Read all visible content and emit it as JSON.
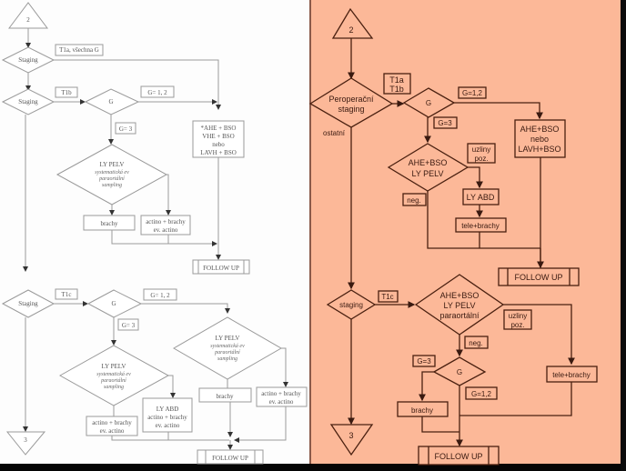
{
  "colors": {
    "left_background": "#fdfdfd",
    "left_stroke": "#9a9a9a",
    "right_background": "#fcb898",
    "right_stroke": "#4a2010",
    "frame": "#050505"
  },
  "left_panel": {
    "connector_top": "2",
    "connector_bottom": "3",
    "staging_1": "Staging",
    "label_t1a": "T1a, všechna G",
    "staging_2": "Staging",
    "label_t1b": "T1b",
    "g_decision_1": "G",
    "label_g12_1": "G= 1, 2",
    "label_g3_1": "G= 3",
    "surgery_box": [
      "*AHE + BSO",
      "VHE + BSO",
      "nebo",
      "LAVH + BSO"
    ],
    "ly_pelv_1": [
      "LY PELV",
      "systematická ev",
      "paraortální",
      "sampling"
    ],
    "brachy_1": "brachy",
    "actino_brachy_1": [
      "actino + brachy",
      "ev. actino"
    ],
    "follow_up_1": "FOLLOW UP",
    "staging_3": "Staging",
    "label_t1c": "T1c",
    "g_decision_2": "G",
    "label_g12_2": "G= 1, 2",
    "label_g3_2": "G= 3",
    "ly_pelv_2": [
      "LY PELV",
      "systematická ev",
      "paraortální",
      "sampling"
    ],
    "ly_pelv_3": [
      "LY PELV",
      "systematická ev",
      "paraortální",
      "sampling"
    ],
    "actino_brachy_2": [
      "actino + brachy",
      "ev. actino"
    ],
    "ly_abd_box": [
      "LY ABD",
      "actino + brachy",
      "ev. actino"
    ],
    "brachy_2": "brachy",
    "actino_brachy_3": [
      "actino + brachy",
      "ev. actino"
    ],
    "follow_up_2": "FOLLOW UP"
  },
  "right_panel": {
    "connector_top": "2",
    "connector_bottom": "3",
    "perop_staging": [
      "Peroperační",
      "staging"
    ],
    "label_t1ab": [
      "T1a",
      "T1b"
    ],
    "label_ostatni": "ostatní",
    "g_decision_1": "G",
    "label_g12_1": "G=1,2",
    "label_g3_1": "G=3",
    "surgery_box": [
      "AHE+BSO",
      "nebo",
      "LAVH+BSO"
    ],
    "ahe_ly_pelv": [
      "AHE+BSO",
      "LY PELV"
    ],
    "label_uzliny_1": [
      "uzliny",
      "poz."
    ],
    "label_neg_1": "neg.",
    "ly_abd": "LY ABD",
    "tele_brachy_1": "tele+brachy",
    "follow_up_1": "FOLLOW UP",
    "staging_2": "staging",
    "label_t1c": "T1c",
    "ahe_paraortalni": [
      "AHE+BSO",
      "LY PELV",
      "paraortální"
    ],
    "label_uzliny_2": [
      "uzliny",
      "poz."
    ],
    "label_neg_2": "neg.",
    "g_decision_2": "G",
    "label_g3_2": "G=3",
    "label_g12_2": "G=1,2",
    "brachy": "brachy",
    "tele_brachy_2": "tele+brachy",
    "follow_up_2": "FOLLOW UP"
  }
}
